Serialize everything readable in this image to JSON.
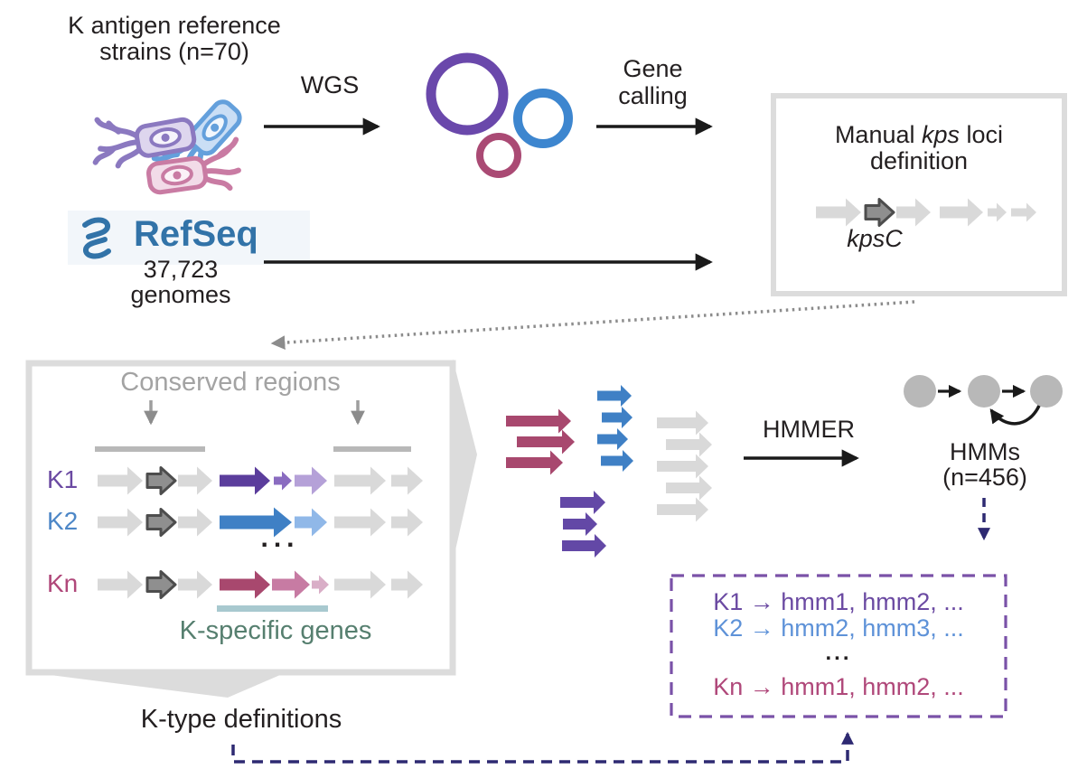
{
  "colors": {
    "ink": "#231f20",
    "gray_light_fill": "#d9d9d9",
    "gray_border": "#dcdcdc",
    "gray_dark_fill": "#8f8f8f",
    "gray_dark_stroke": "#4d4d4d",
    "gray_text": "#a3a3a3",
    "gray_mid": "#9e9e9e",
    "hmm_node": "#b8b8b8",
    "purple_dark": "#5b3d9c",
    "purple_mid": "#8a6cc0",
    "purple_light": "#b5a1d8",
    "purple_cluster": "#6348a6",
    "blue": "#3f80c5",
    "blue_light": "#90b8e8",
    "crimson": "#a8486e",
    "pink": "#c77ba3",
    "pink_light": "#d9aec7",
    "teal_text": "#567f6f",
    "teal_bar": "#a8c9cf",
    "navy": "#2e2a72",
    "dash_purple": "#7a52a8",
    "k1": "#6b4aa2",
    "k2": "#4d87c7",
    "kn": "#b0487a",
    "k2_map": "#5e92d8",
    "refseq_blue": "#3273a8",
    "bact_purple": "#8b79c0",
    "bact_purple_fill": "#ded6ee",
    "bact_blue": "#64a0dc",
    "bact_blue_fill": "#cadef5",
    "bact_pink": "#c97ba3",
    "bact_pink_fill": "#f2dbe8",
    "ring_purple": "#6a48ab",
    "ring_blue": "#3d86cf",
    "ring_crimson": "#aa4a74"
  },
  "header": {
    "ref_strains_line1": "K antigen reference",
    "ref_strains_line2": "strains (n=70)",
    "wgs_label": "WGS",
    "gene_calling_line1": "Gene",
    "gene_calling_line2": "calling"
  },
  "refseq": {
    "logo_text": "RefSeq",
    "count": "37,723",
    "genomes_label": "genomes"
  },
  "kps_box": {
    "title_pre": "Manual ",
    "title_italic": "kps",
    "title_post": " loci",
    "title_line2": "definition",
    "gene_label": "kpsC"
  },
  "ktype_box": {
    "conserved_label": "Conserved regions",
    "row_labels": [
      "K1",
      "K2",
      "Kn"
    ],
    "dots": "...",
    "kspecific_label": "K-specific genes",
    "caption": "K-type definitions"
  },
  "hmm": {
    "hmmer_label": "HMMER",
    "hmms_label": "HMMs",
    "hmms_count": "(n=456)"
  },
  "mapping_box": {
    "line_k1": "K1 → hmm1, hmm2, ...",
    "line_k2": "K2 → hmm2, hmm3, ...",
    "dots": "...",
    "line_kn": "Kn → hmm1, hmm2, ..."
  }
}
